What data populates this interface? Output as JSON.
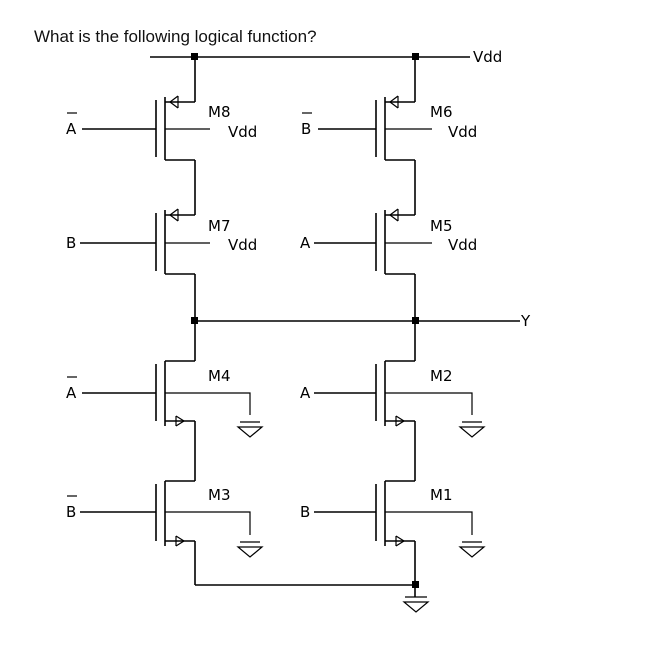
{
  "question": "What is the following logical function?",
  "supply": {
    "vdd_label": "Vdd",
    "output_label": "Y"
  },
  "transistors": [
    {
      "id": "M8",
      "gate": "A",
      "gate_bar": true,
      "body": "Vdd"
    },
    {
      "id": "M7",
      "gate": "B",
      "gate_bar": false,
      "body": "Vdd"
    },
    {
      "id": "M6",
      "gate": "B",
      "gate_bar": true,
      "body": "Vdd"
    },
    {
      "id": "M5",
      "gate": "A",
      "gate_bar": false,
      "body": "Vdd"
    },
    {
      "id": "M4",
      "gate": "A",
      "gate_bar": true
    },
    {
      "id": "M3",
      "gate": "B",
      "gate_bar": true
    },
    {
      "id": "M2",
      "gate": "A",
      "gate_bar": false
    },
    {
      "id": "M1",
      "gate": "B",
      "gate_bar": false
    }
  ]
}
